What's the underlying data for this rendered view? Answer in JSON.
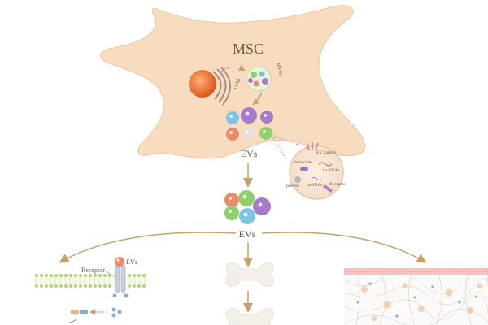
{
  "diagram": {
    "cell_label": "MSC",
    "golgi_label": "Golgi",
    "mvb_label": "MVBs",
    "evs_label_1": "EVs",
    "evs_label_2": "EVs",
    "cargo": {
      "ev_marker": "EV marker",
      "molecules": "molecules",
      "lncrnas": "lncRNAs",
      "protein": "protein",
      "mirnas": "miRNAs",
      "receptor": "Receptor"
    },
    "left_panel": {
      "receptor": "Receptor",
      "evs": "EVs"
    },
    "colors": {
      "cell_fill": "#f8dcc0",
      "cell_stroke": "#efc9a4",
      "nucleus": "#e8743b",
      "arrow": "#c9a06a",
      "membrane": "#b6d37a"
    }
  }
}
